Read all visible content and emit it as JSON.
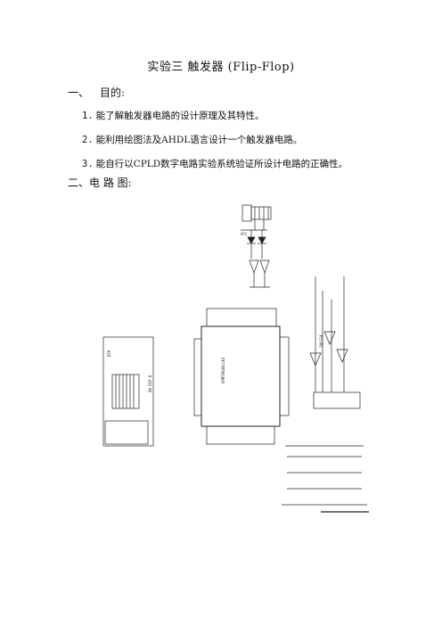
{
  "title": "实验三 触发器 (Flip-Flop)",
  "sections": [
    {
      "index": "一、",
      "heading": "目的:"
    },
    {
      "index": "二、",
      "heading": "电 路 图:"
    }
  ],
  "objectives": [
    {
      "n": "1.",
      "text": "能了解触发器电路的设计原理及其特性。"
    },
    {
      "n": "2.",
      "text": "能利用绘图法及AHDL语言设计一个触发器电路。"
    },
    {
      "n": "3.",
      "text": "能自行以CPLD数字电路实验系统验证所设计电路的正确性。"
    }
  ],
  "schematic": {
    "labels": {
      "vcc": "VCC",
      "chip_part": "EPM7064SLC44",
      "ic": "74LS14",
      "sw": "SW DIP-8",
      "dip": "DIP"
    }
  }
}
